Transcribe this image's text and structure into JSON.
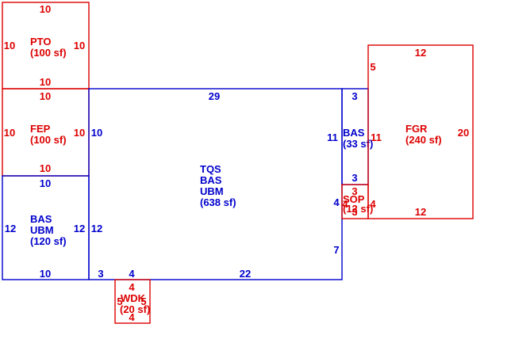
{
  "colors": {
    "red": "#dd0000",
    "blue": "#0000cc",
    "background": "#ffffff"
  },
  "areas": {
    "pto": {
      "code": "PTO",
      "area": "(100 sf)",
      "top": "10",
      "bottom": "10",
      "left": "10",
      "right": "10"
    },
    "fep": {
      "code": "FEP",
      "area": "(100 sf)",
      "top": "10",
      "bottom": "10",
      "left": "10",
      "right": "10"
    },
    "bas_ubm": {
      "code1": "BAS",
      "code2": "UBM",
      "area": "(120 sf)",
      "top": "10",
      "bottom": "10",
      "left": "12",
      "right": "12"
    },
    "main": {
      "code1": "TQS",
      "code2": "BAS",
      "code3": "UBM",
      "area": "(638 sf)",
      "top": "29",
      "left": "10",
      "left_lower": "12",
      "bottom_left": "3",
      "bottom_notch": "4",
      "bottom": "22",
      "right_upper": "11",
      "right_mid": "4",
      "right_lower": "7"
    },
    "bas_small": {
      "code": "BAS",
      "area": "(33 sf)",
      "top": "3",
      "bottom": "3",
      "right": "11"
    },
    "fgr": {
      "code": "FGR",
      "area": "(240 sf)",
      "top": "12",
      "bottom": "12",
      "left": "5",
      "right": "20"
    },
    "sop": {
      "code": "SOP",
      "area": "(12 sf)",
      "top": "3",
      "bottom": "3",
      "left": "4",
      "right": "4"
    },
    "wdk": {
      "code": "WDK",
      "area": "(20 sf)",
      "top": "4",
      "bottom": "4",
      "left": "5",
      "right": "5"
    }
  }
}
